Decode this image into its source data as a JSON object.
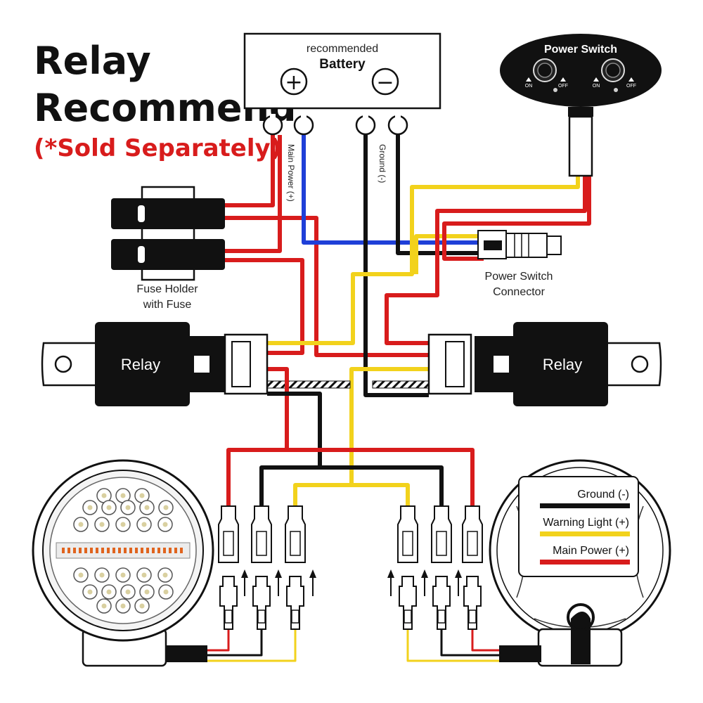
{
  "title": {
    "line1": "Relay",
    "line2": "Recommend",
    "note": "(*Sold Separately)"
  },
  "battery": {
    "caption": "recommended",
    "name": "Battery",
    "positive_symbol": "+",
    "negative_symbol": "−"
  },
  "power_switch": {
    "title": "Power Switch",
    "on_label": "ON",
    "off_label": "OFF"
  },
  "wire_labels": {
    "main_power": "Main Power (+)",
    "ground": "Ground (-)"
  },
  "fuse_holder": {
    "line1": "Fuse Holder",
    "line2": "with Fuse"
  },
  "connector": {
    "line1": "Power Switch",
    "line2": "Connector"
  },
  "relays": {
    "left_label": "Relay",
    "right_label": "Relay"
  },
  "legend": {
    "items": [
      {
        "label": "Ground (-)",
        "color": "#111111"
      },
      {
        "label": "Warning Light (+)",
        "color": "#f2d21c"
      },
      {
        "label": "Main Power (+)",
        "color": "#d81c1c"
      }
    ]
  },
  "colors": {
    "red": "#d81c1c",
    "black": "#111111",
    "yellow": "#f2d21c",
    "blue": "#1f3fd8",
    "led_amber": "#e0641e"
  }
}
